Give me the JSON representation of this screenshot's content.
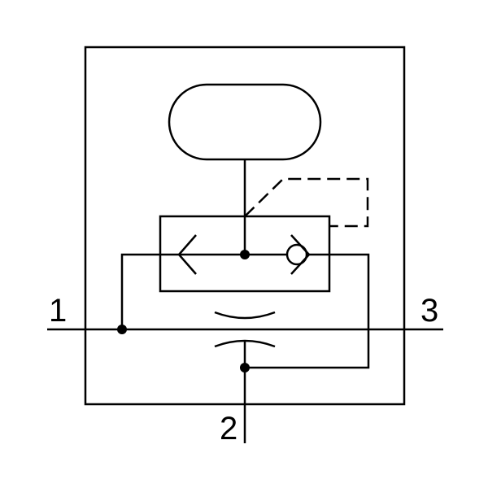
{
  "ports": {
    "port_1": "1",
    "port_2": "2",
    "port_3": "3"
  },
  "colors": {
    "stroke": "#000000",
    "background": "#ffffff"
  }
}
